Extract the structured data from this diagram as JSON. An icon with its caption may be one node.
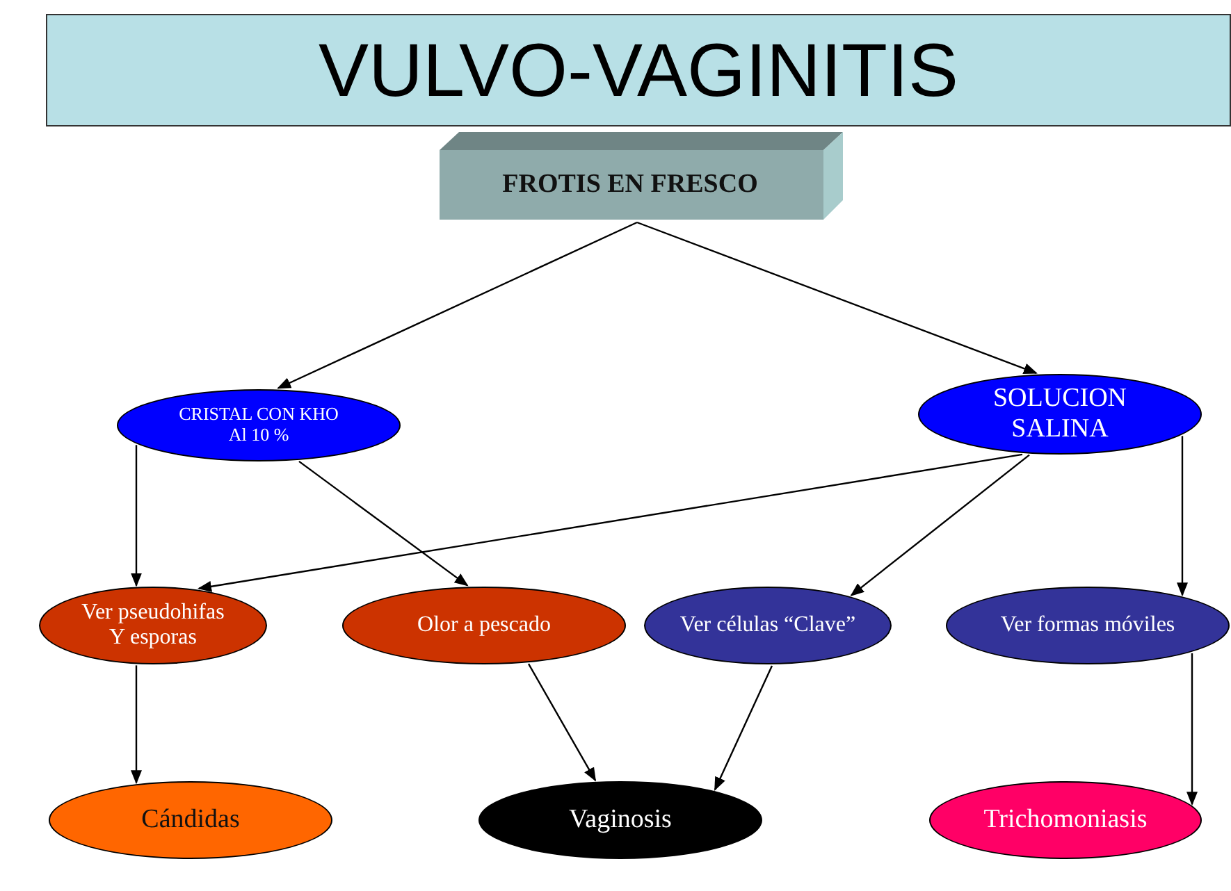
{
  "diagram": {
    "title": "VULVO-VAGINITIS",
    "nodes": [
      {
        "text": [
          "FROTIS EN FRESCO"
        ]
      },
      {
        "text": [
          "CRISTAL CON KHO Al 10 %"
        ]
      },
      {
        "text": [
          "SOLUCION SALINA"
        ]
      },
      {
        "text": [
          "Ver pseudohifas Y esporas"
        ]
      },
      {
        "text": [
          "Olor a pescado"
        ]
      },
      {
        "text": [
          "Ver células “Clave”"
        ]
      },
      {
        "text": [
          "Ver formas móviles"
        ]
      },
      {
        "text": [
          "Cándidas"
        ]
      },
      {
        "text": [
          "Vaginosis"
        ]
      },
      {
        "text": [
          "Trichomoniasis"
        ]
      }
    ],
    "edges": [
      {
        "from": 0,
        "to": 1,
        "arrow": "to"
      },
      {
        "from": 0,
        "to": 2,
        "arrow": "to"
      },
      {
        "from": 1,
        "to": 3,
        "arrow": "to"
      },
      {
        "from": 1,
        "to": 4,
        "arrow": "to"
      },
      {
        "from": 2,
        "to": 3,
        "arrow": "to"
      },
      {
        "from": 2,
        "to": 5,
        "arrow": "to"
      },
      {
        "from": 2,
        "to": 6,
        "arrow": "to"
      },
      {
        "from": 3,
        "to": 7,
        "arrow": "to"
      },
      {
        "from": 4,
        "to": 8,
        "arrow": "to"
      },
      {
        "from": 5,
        "to": 8,
        "arrow": "to"
      },
      {
        "from": 6,
        "to": 9,
        "arrow": "to"
      }
    ]
  }
}
